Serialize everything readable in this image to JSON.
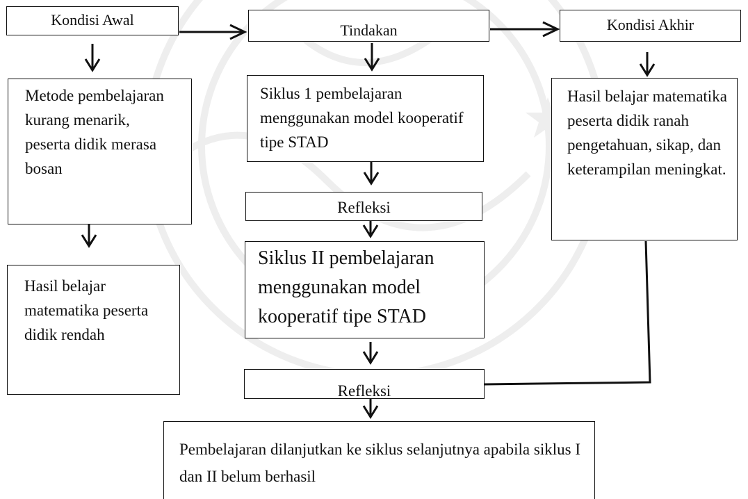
{
  "headers": {
    "initial": "Kondisi Awal",
    "action": "Tindakan",
    "final": "Kondisi Akhir"
  },
  "initial": {
    "method": "Metode pembelajaran kurang menarik, peserta didik merasa bosan",
    "result": "Hasil belajar matematika peserta didik rendah"
  },
  "action": {
    "cycle1": "Siklus 1 pembelajaran menggunakan model kooperatif tipe STAD",
    "reflection1": "Refleksi",
    "cycle2": "Siklus II pembelajaran menggunakan model kooperatif tipe STAD",
    "reflection2": "Refleksi"
  },
  "final": {
    "result": "Hasil belajar matematika peserta didik ranah pengetahuan, sikap, dan keterampilan meningkat."
  },
  "conclusion": "Pembelajaran dilanjutkan ke siklus selanjutnya apabila siklus I dan II belum berhasil"
}
